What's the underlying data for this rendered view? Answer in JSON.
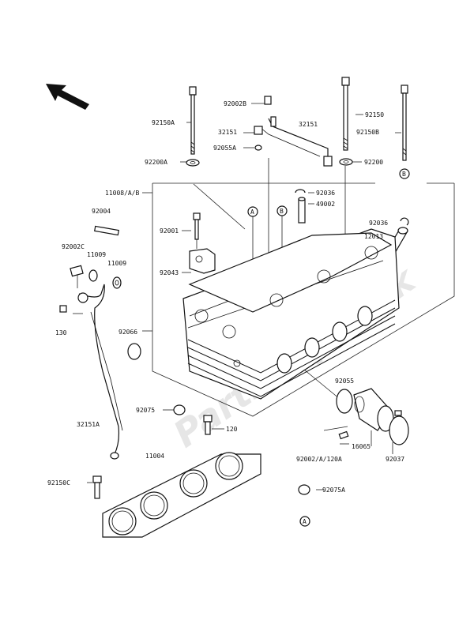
{
  "diagram": {
    "watermark": "PartsRepublik",
    "labels": [
      {
        "key": "92002B",
        "text": "92002B"
      },
      {
        "key": "32151a",
        "text": "32151"
      },
      {
        "key": "32151b",
        "text": "32151"
      },
      {
        "key": "92055A",
        "text": "92055A"
      },
      {
        "key": "92150A",
        "text": "92150A"
      },
      {
        "key": "92150",
        "text": "92150"
      },
      {
        "key": "92150B",
        "text": "92150B"
      },
      {
        "key": "92200A",
        "text": "92200A"
      },
      {
        "key": "92200",
        "text": "92200"
      },
      {
        "key": "11008",
        "text": "11008/A/B"
      },
      {
        "key": "92036a",
        "text": "92036"
      },
      {
        "key": "49002",
        "text": "49002"
      },
      {
        "key": "92004",
        "text": "92004"
      },
      {
        "key": "92001",
        "text": "92001"
      },
      {
        "key": "92036b",
        "text": "92036"
      },
      {
        "key": "12013",
        "text": "12013"
      },
      {
        "key": "92002C",
        "text": "92002C"
      },
      {
        "key": "11009a",
        "text": "11009"
      },
      {
        "key": "11009b",
        "text": "11009"
      },
      {
        "key": "92043",
        "text": "92043"
      },
      {
        "key": "130",
        "text": "130"
      },
      {
        "key": "92066",
        "text": "92066"
      },
      {
        "key": "92055",
        "text": "92055"
      },
      {
        "key": "92075",
        "text": "92075"
      },
      {
        "key": "32151A",
        "text": "32151A"
      },
      {
        "key": "120",
        "text": "120"
      },
      {
        "key": "16065",
        "text": "16065"
      },
      {
        "key": "92002A",
        "text": "92002/A/120A"
      },
      {
        "key": "92037",
        "text": "92037"
      },
      {
        "key": "11004",
        "text": "11004"
      },
      {
        "key": "92150C",
        "text": "92150C"
      },
      {
        "key": "92075A",
        "text": "92075A"
      }
    ],
    "callouts": {
      "A_top": "A",
      "B_top": "B",
      "B_right": "B",
      "A_bottom": "A"
    }
  }
}
